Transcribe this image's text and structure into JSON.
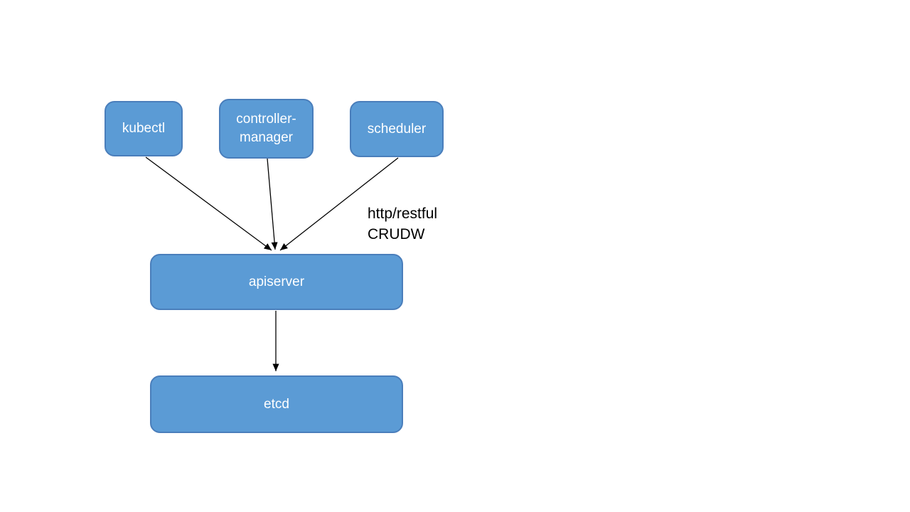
{
  "diagram": {
    "title": "kubernetes control plane diagram",
    "nodes": {
      "kubectl": {
        "label": "kubectl"
      },
      "controller_manager": {
        "label": "controller-manager"
      },
      "scheduler": {
        "label": "scheduler"
      },
      "apiserver": {
        "label": "apiserver"
      },
      "etcd": {
        "label": "etcd"
      }
    },
    "edges": [
      {
        "from": "kubectl",
        "to": "apiserver",
        "arrow": "end"
      },
      {
        "from": "controller_manager",
        "to": "apiserver",
        "arrow": "end"
      },
      {
        "from": "scheduler",
        "to": "apiserver",
        "arrow": "end"
      },
      {
        "from": "apiserver",
        "to": "etcd",
        "arrow": "end"
      }
    ],
    "annotation": {
      "line1": "http/restful",
      "line2": "CRUDW"
    },
    "colors": {
      "canvas_bg": "#ffffff",
      "node_fill": "#5B9BD5",
      "node_border": "#4A7EBB",
      "node_text": "#ffffff",
      "edge_color": "#000000",
      "annotation_color": "#000000"
    }
  }
}
